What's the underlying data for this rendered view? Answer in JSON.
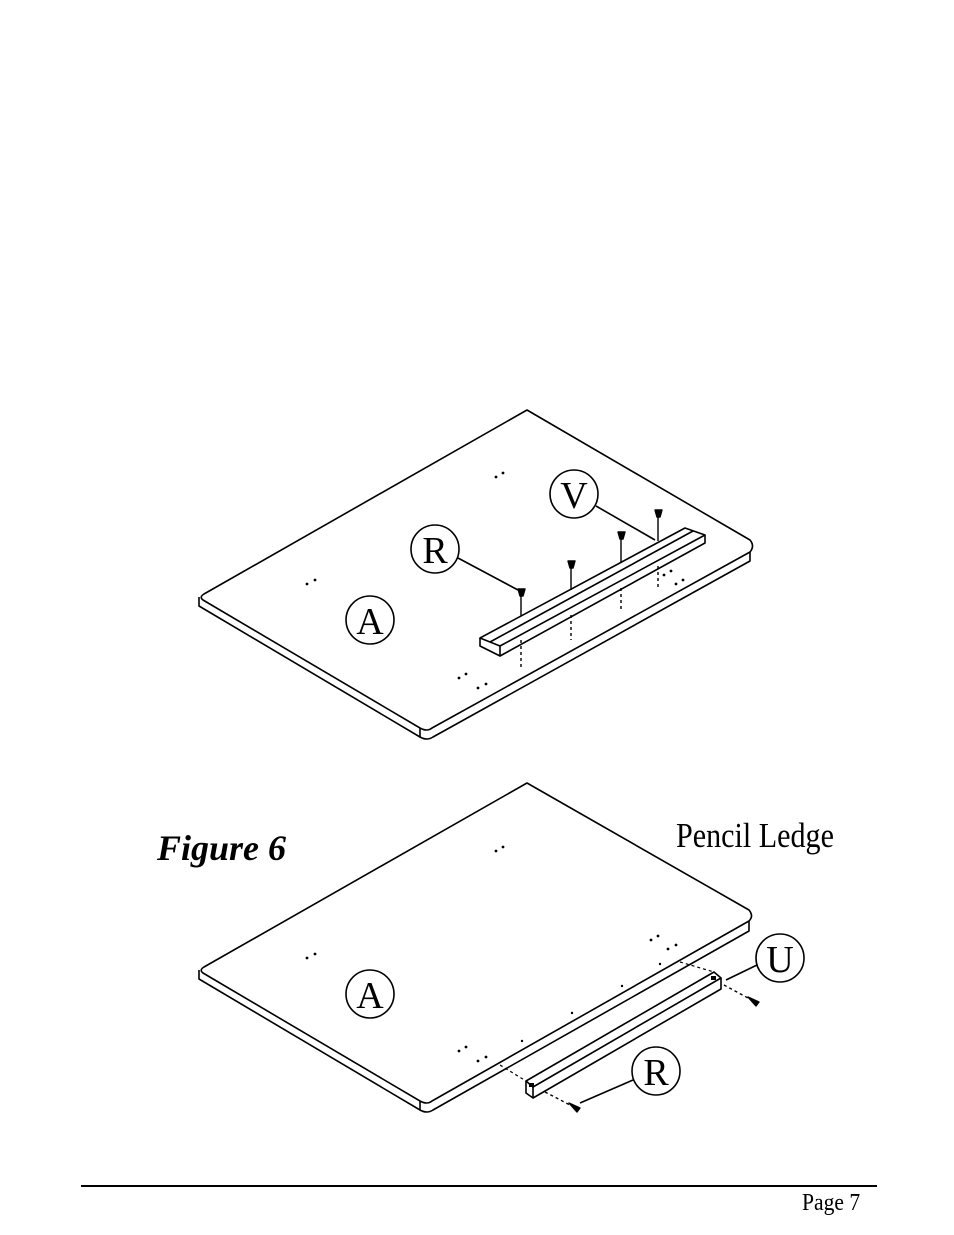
{
  "figure": {
    "title": "Figure 6",
    "subtitle": "Pencil Ledge"
  },
  "callouts": {
    "top": {
      "part_a": "A",
      "part_r": "R",
      "part_v": "V"
    },
    "bottom": {
      "part_a": "A",
      "part_u": "U",
      "part_r": "R"
    }
  },
  "footer": {
    "page": "Page 7"
  }
}
